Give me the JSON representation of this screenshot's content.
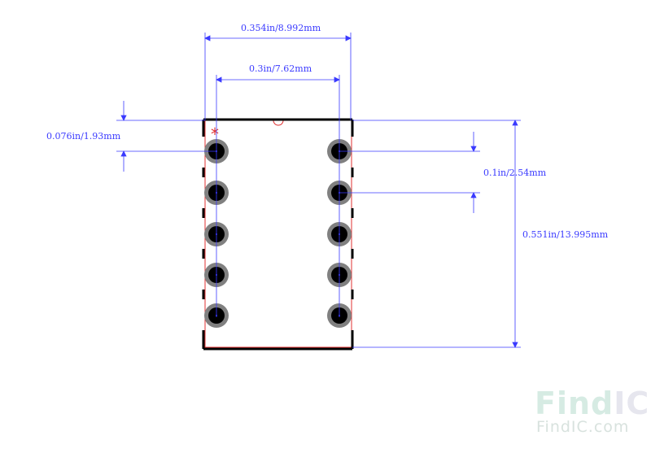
{
  "dimensions": {
    "overall_width": "0.354in/8.992mm",
    "pin_span": "0.3in/7.62mm",
    "edge_to_pin": "0.076in/1.93mm",
    "pin_pitch": "0.1in/2.54mm",
    "overall_length": "0.551in/13.995mm"
  },
  "pin1_marker": "*",
  "colors": {
    "dimension": "#3a3aff",
    "outline": "#000000",
    "courtyard": "#e03030",
    "pad": "#808080",
    "hole": "#000000",
    "watermark": "#cfe8df"
  },
  "watermark": {
    "brand": "Find",
    "brand_suffix": "IC",
    "url": "FindIC.com"
  }
}
